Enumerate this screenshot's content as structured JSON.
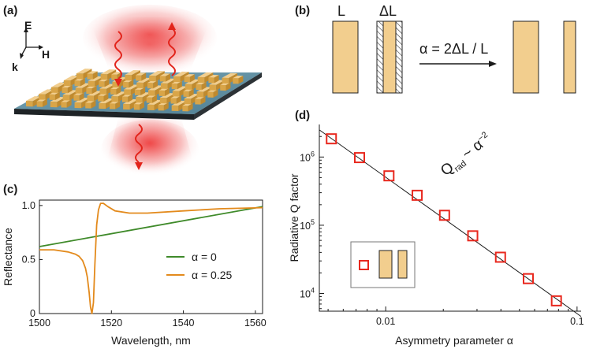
{
  "panels": {
    "a": {
      "label": "(a)",
      "axis_labels": {
        "e": "E",
        "h": "H",
        "k": "k"
      }
    },
    "b": {
      "label": "(b)",
      "left_label": "L",
      "right_label": "ΔL",
      "formula": "α = 2ΔL / L"
    },
    "c": {
      "label": "(c)"
    },
    "d": {
      "label": "(d)",
      "scaling_main": "Q",
      "scaling_sub": "rad",
      "scaling_rest": "~ α",
      "scaling_exp": "−2"
    }
  },
  "colors": {
    "gold": "#f2ce8e",
    "green": "#3f8a2a",
    "orange": "#e38a1c",
    "red_marker": "#e8281e",
    "substrate": "#5f8fa2"
  },
  "chart_data": [
    {
      "id": "c",
      "type": "line",
      "title": "",
      "xlabel": "Wavelength, nm",
      "ylabel": "Reflectance",
      "xlim": [
        1500,
        1562
      ],
      "ylim": [
        0,
        1.05
      ],
      "xticks": [
        "1500",
        "1520",
        "1540",
        "1560"
      ],
      "yticks": [
        "0",
        "0.5",
        "1.0"
      ],
      "grid": false,
      "legend_position": "lower-right",
      "series": [
        {
          "name": "α = 0",
          "color": "#3f8a2a",
          "x": [
            1500,
            1562
          ],
          "y": [
            0.62,
            0.99
          ]
        },
        {
          "name": "α = 0.25",
          "color": "#e38a1c",
          "x": [
            1500,
            1504,
            1508,
            1510,
            1511,
            1512,
            1512.8,
            1513.3,
            1513.8,
            1514.2,
            1514.6,
            1515.0,
            1515.4,
            1515.9,
            1516.4,
            1517.0,
            1517.8,
            1519,
            1521,
            1525,
            1530,
            1540,
            1550,
            1562
          ],
          "y": [
            0.59,
            0.59,
            0.57,
            0.55,
            0.53,
            0.49,
            0.42,
            0.34,
            0.2,
            0.06,
            0.0,
            0.1,
            0.45,
            0.82,
            0.96,
            1.02,
            1.02,
            0.99,
            0.95,
            0.93,
            0.93,
            0.95,
            0.97,
            0.98
          ]
        }
      ]
    },
    {
      "id": "d",
      "type": "scatter",
      "title": "",
      "xlabel": "Asymmetry parameter α",
      "ylabel": "Radiative Q factor",
      "xscale": "log",
      "yscale": "log",
      "xlim": [
        0.0045,
        0.105
      ],
      "ylim": [
        5500,
        3000000
      ],
      "xticks": [
        "0.01",
        "0.1"
      ],
      "yticks": [
        "10^4",
        "10^5",
        "10^6"
      ],
      "grid": false,
      "series": [
        {
          "name": "",
          "x": [
            0.0052,
            0.0073,
            0.0104,
            0.0146,
            0.0203,
            0.0285,
            0.0398,
            0.0556,
            0.078
          ],
          "y": [
            1850000.0,
            980000.0,
            530000.0,
            275000.0,
            140000.0,
            70000.0,
            34000.0,
            16500.0,
            7800.0
          ]
        }
      ],
      "fit_line": {
        "x": [
          0.0045,
          0.105
        ],
        "y": [
          2500000.0,
          4600.0
        ]
      }
    }
  ]
}
